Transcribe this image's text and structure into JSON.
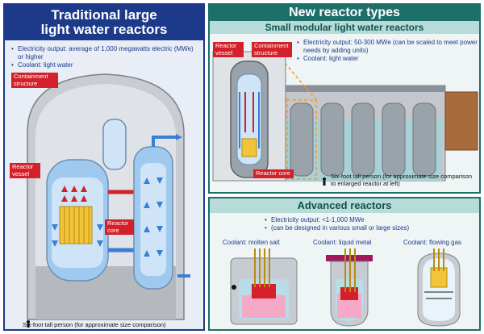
{
  "left": {
    "title_line1": "Traditional large",
    "title_line2": "light water reactors",
    "bullet1": "Electricity output: average of 1,000 megawatts electric (MWe) or higher",
    "bullet2": "Coolant: light water",
    "tag_containment": "Containment structure",
    "tag_vessel": "Reactor vessel",
    "tag_core": "Reactor core",
    "person_note": "Six-foot tall person (for approximate size comparison)"
  },
  "right_top": {
    "title": "New reactor types",
    "subtitle": "Small modular light water reactors",
    "bullet1": "Electricity output: 50-300 MWe (can be scaled to meet power needs by adding units)",
    "bullet2": "Coolant: light water",
    "tag_vessel": "Reactor vessel",
    "tag_containment": "Containment structure",
    "tag_core": "Reactor core",
    "person_note": "Six-foot tall person (for approximate size comparison to enlarged reactor at left)"
  },
  "right_bottom": {
    "title": "Advanced reactors",
    "bullet1": "Electricity output: <1-1,000 MWe",
    "bullet2": "(can be designed in various small or large sizes)",
    "coolant1": "Coolant: molten salt",
    "coolant2": "Coolant: liquid metal",
    "coolant3": "Coolant: flowing gas"
  },
  "colors": {
    "navy": "#1d3a8a",
    "teal": "#1d6f6a",
    "tag_red": "#d3202a",
    "water_blue": "#3a7fd5",
    "hot_red": "#d3202a",
    "core_yellow": "#f2c43a"
  }
}
